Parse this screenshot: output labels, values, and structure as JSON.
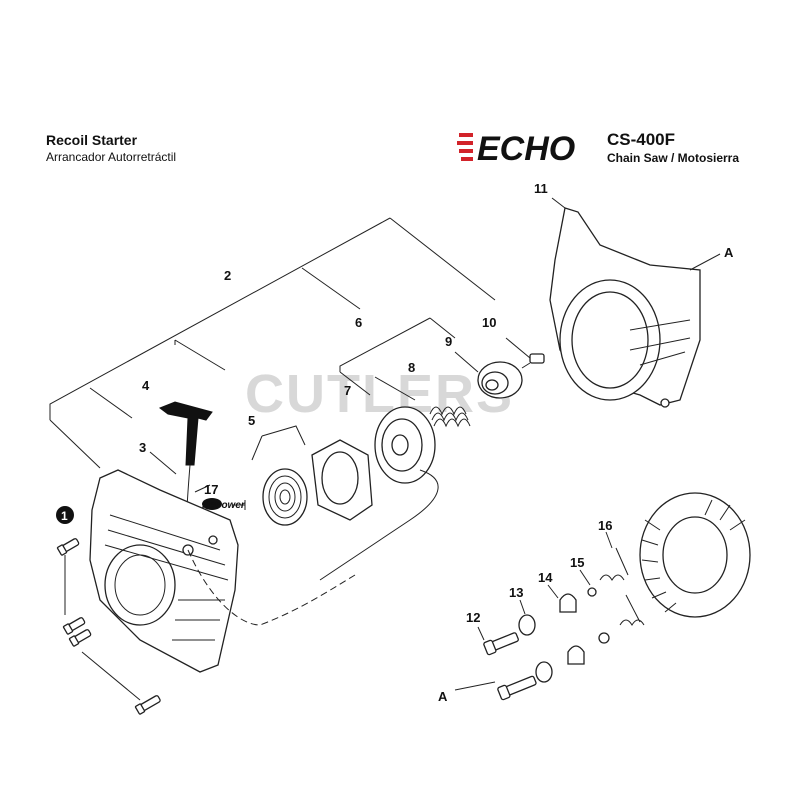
{
  "header": {
    "title": "Recoil Starter",
    "subtitle": "Arrancador Autorretráctil",
    "brand": "ECHO",
    "model": "CS-400F",
    "model_subtitle": "Chain Saw / Motosierra"
  },
  "watermark": "CUTLERS",
  "callouts": {
    "p1": "1",
    "p2": "2",
    "p3": "3",
    "p4": "4",
    "p5": "5",
    "p6": "6",
    "p7": "7",
    "p8": "8",
    "p9": "9",
    "p10": "10",
    "p11": "11",
    "p12": "12",
    "p13": "13",
    "p14": "14",
    "p15": "15",
    "p16": "16",
    "p17": "17",
    "ref_a_top": "A",
    "ref_a_bottom": "A"
  },
  "repower_label": "RePower",
  "colors": {
    "brand_red": "#d2232a",
    "ink": "#111111"
  }
}
